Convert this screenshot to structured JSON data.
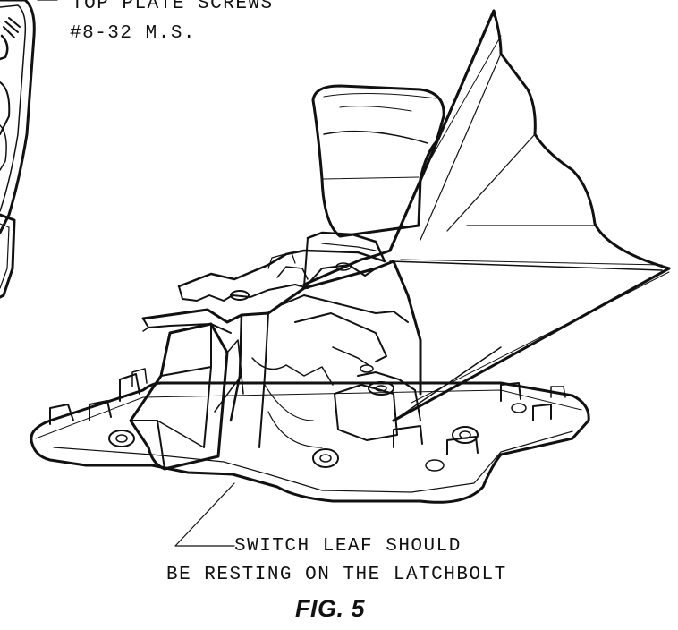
{
  "callouts": {
    "top_plate_line1": "TOP PLATE SCREWS",
    "top_plate_line2": "#8-32 M.S.",
    "switch_line1": "SWITCH LEAF SHOULD",
    "switch_line2": "BE RESTING ON THE LATCHBOLT"
  },
  "figure": {
    "caption": "FIG. 5"
  }
}
